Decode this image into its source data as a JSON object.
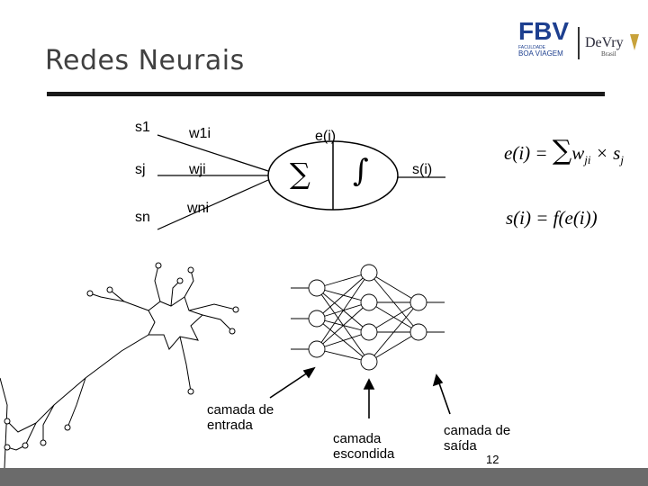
{
  "title": "Redes Neurais",
  "logos": {
    "fbv_text": "FBV",
    "fbv_sub_top": "FACULDADE",
    "fbv_sub": "BOA VIAGEM",
    "devry": "DeVry",
    "devry_sub": "Brasil"
  },
  "perceptron": {
    "inputs": [
      "s1",
      "sj",
      "sn"
    ],
    "weights": [
      "w1i",
      "wji",
      "wni"
    ],
    "sum_symbol": "∑",
    "activation_symbol": "∫",
    "net_input": "e(i)",
    "output": "s(i)"
  },
  "formulas": {
    "f1_lhs": "e(i) = ",
    "f1_sum": "∑",
    "f1_rhs": "w",
    "f1_sub": "ji",
    "f1_times": " × s",
    "f1_sub2": "j",
    "f2": "s(i) = f(e(i))"
  },
  "layers": {
    "input": "camada de entrada",
    "hidden": "camada escondida",
    "output": "camada de saída"
  },
  "page_number": "12",
  "colors": {
    "title": "#404040",
    "rule": "#1a1a1a",
    "footer": "#6b6b6b",
    "fbv_blue": "#1d3f8f",
    "devry_gold": "#c8a23a"
  }
}
